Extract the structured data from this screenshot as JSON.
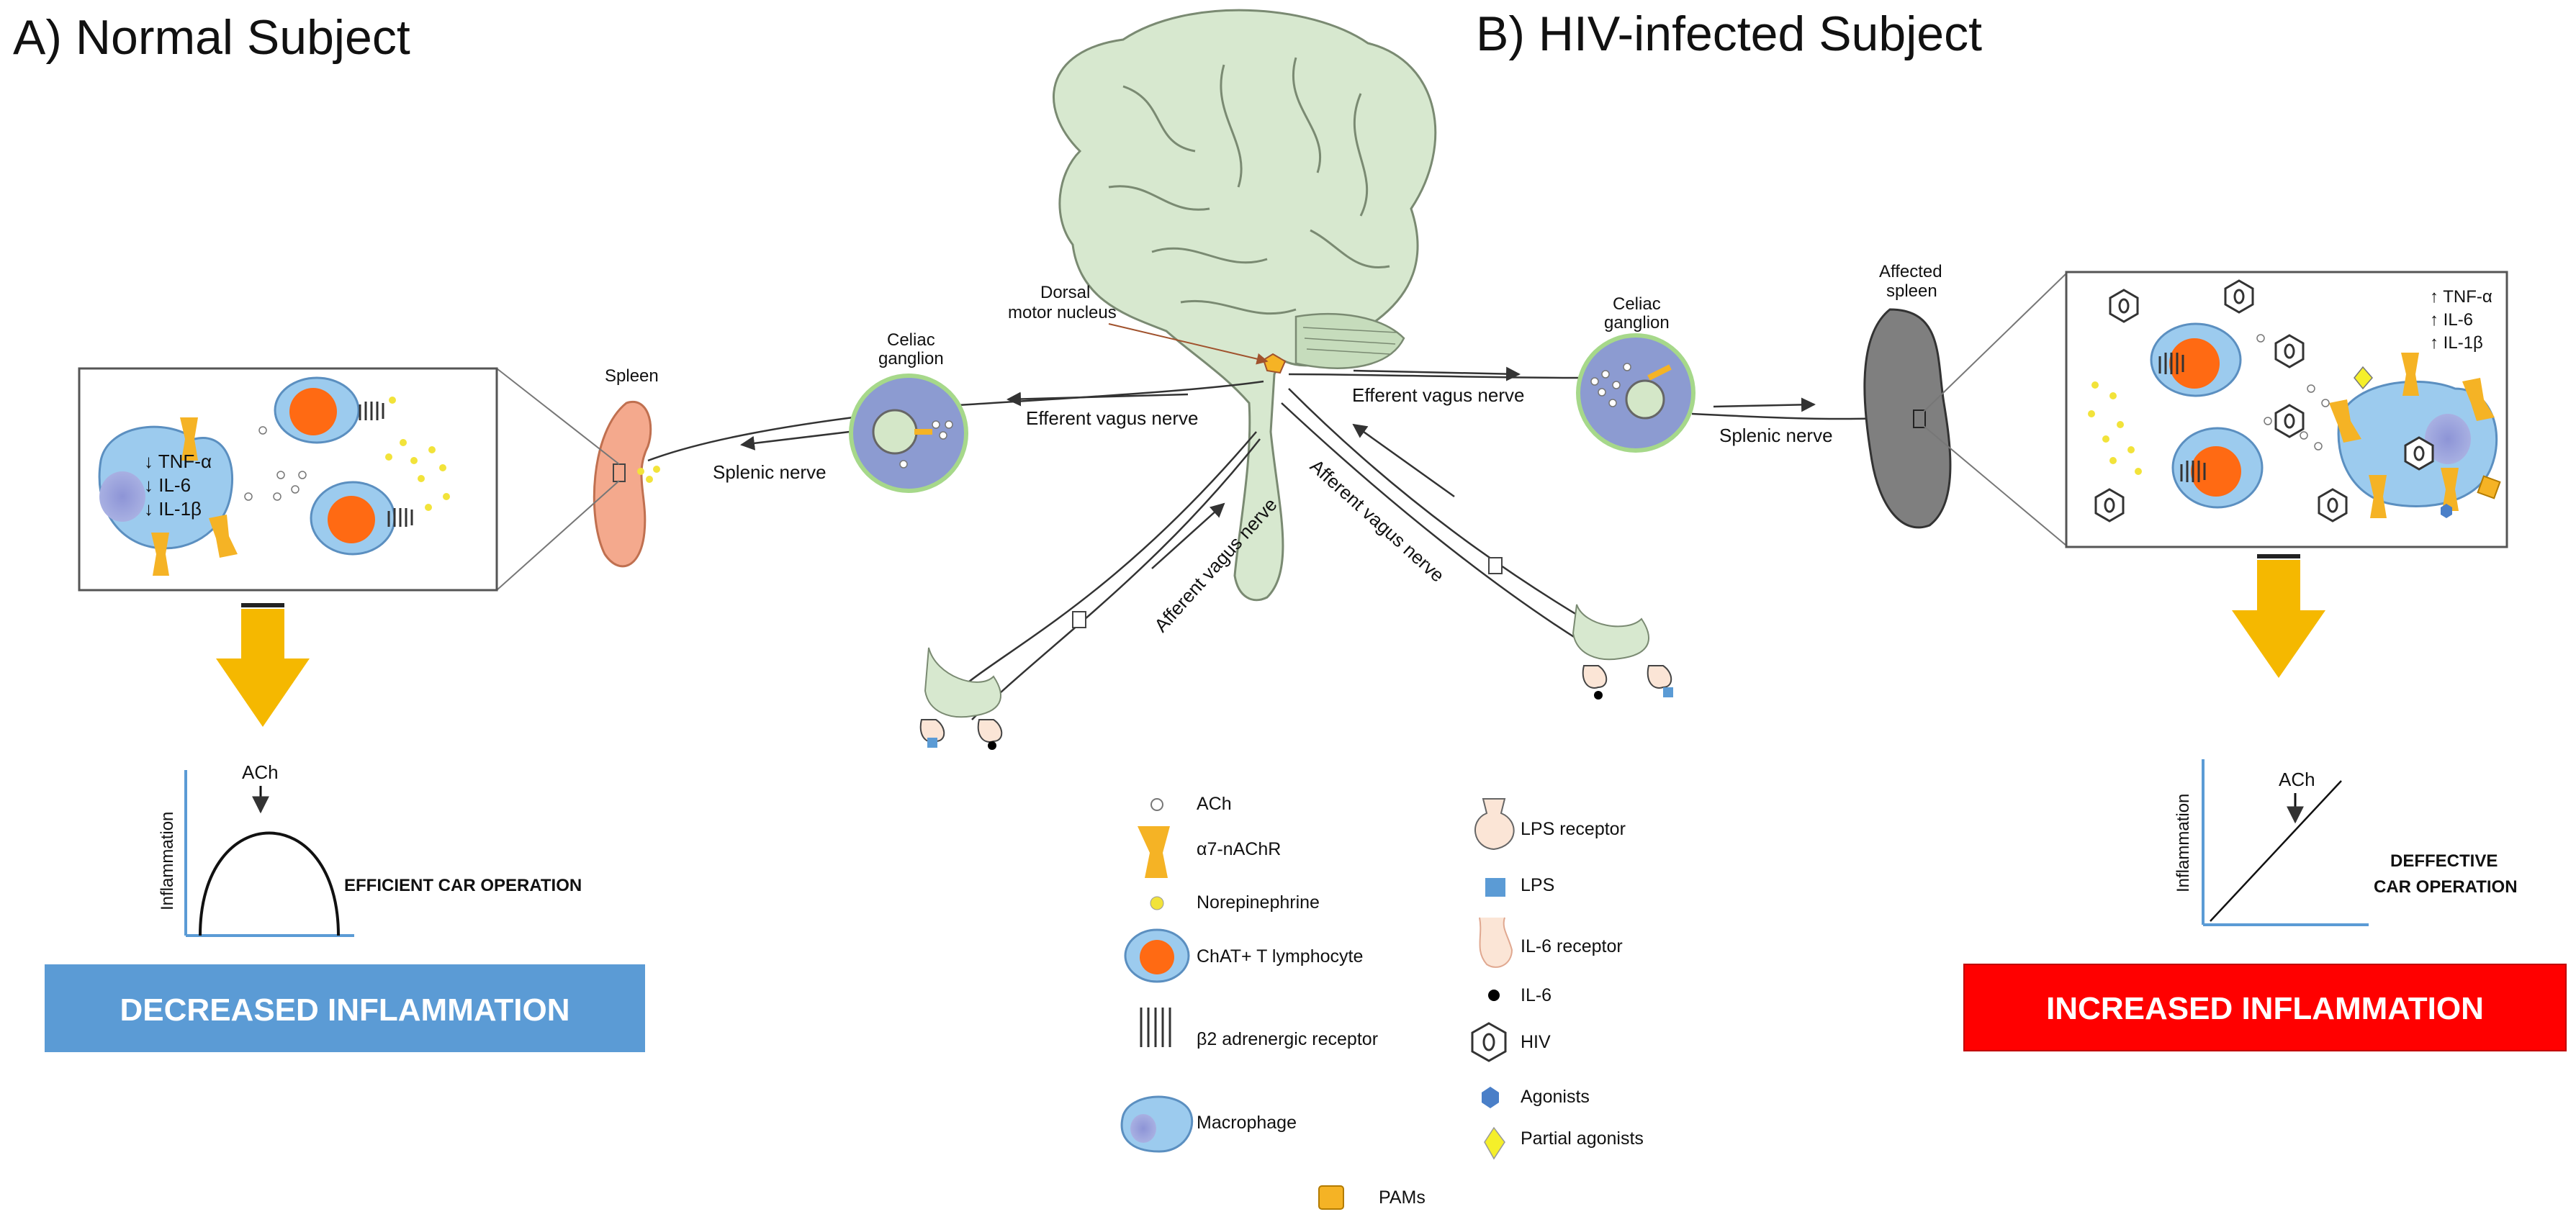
{
  "panels": {
    "normal": {
      "title": "A) Normal Subject",
      "spleen_label": "Spleen",
      "celiac_label_1": "Celiac",
      "celiac_label_2": "ganglion",
      "splenic_nerve": "Splenic nerve",
      "efferent_nerve": "Efferent vagus nerve",
      "afferent_nerve": "Afferent vagus nerve",
      "cytokines": [
        "TNF-α",
        "IL-6",
        "IL-1β"
      ],
      "cytokine_arrow": "↓",
      "graph": {
        "ylabel": "Inflammation",
        "marker": "ACh",
        "caption": "EFFICIENT CAR OPERATION"
      },
      "banner": {
        "text": "DECREASED INFLAMMATION",
        "color": "#5b9bd5"
      }
    },
    "hiv": {
      "title": "B) HIV-infected Subject",
      "spleen_label_1": "Affected",
      "spleen_label_2": "spleen",
      "celiac_label_1": "Celiac",
      "celiac_label_2": "ganglion",
      "splenic_nerve": "Splenic nerve",
      "efferent_nerve": "Efferent vagus nerve",
      "afferent_nerve": "Afferent vagus nerve",
      "cytokines": [
        "TNF-α",
        "IL-6",
        "IL-1β"
      ],
      "cytokine_arrow": "↑",
      "graph": {
        "ylabel": "Inflammation",
        "marker": "ACh",
        "caption_1": "DEFFECTIVE",
        "caption_2": "CAR OPERATION"
      },
      "banner": {
        "text": "INCREASED INFLAMMATION",
        "color": "#ff0000"
      }
    }
  },
  "brain": {
    "label_1": "Dorsal",
    "label_2": "motor nucleus"
  },
  "legend": {
    "col1": [
      "ACh",
      "α7-nAChR",
      "Norepinephrine",
      "ChAT+ T lymphocyte",
      "β2 adrenergic receptor",
      "Macrophage"
    ],
    "col2": [
      "LPS receptor",
      "LPS",
      "IL-6 receptor",
      "IL-6",
      "HIV",
      "Agonists",
      "Partial agonists"
    ],
    "pams": "PAMs"
  },
  "colors": {
    "receptor": "#f5b325",
    "norepinephrine": "#f2e33a",
    "macrophage": "#9ccbee",
    "nucleus": "#ff6a13",
    "brain": "#d7e8cf",
    "spleen_normal": "#f4a98d",
    "spleen_hiv": "#7f7f7f",
    "ganglion": "#8c9bd1",
    "arrow": "#f5b800",
    "lps": "#5b9bd5",
    "agonist": "#4a7fc8",
    "partial_agonist": "#f5ef2a"
  }
}
